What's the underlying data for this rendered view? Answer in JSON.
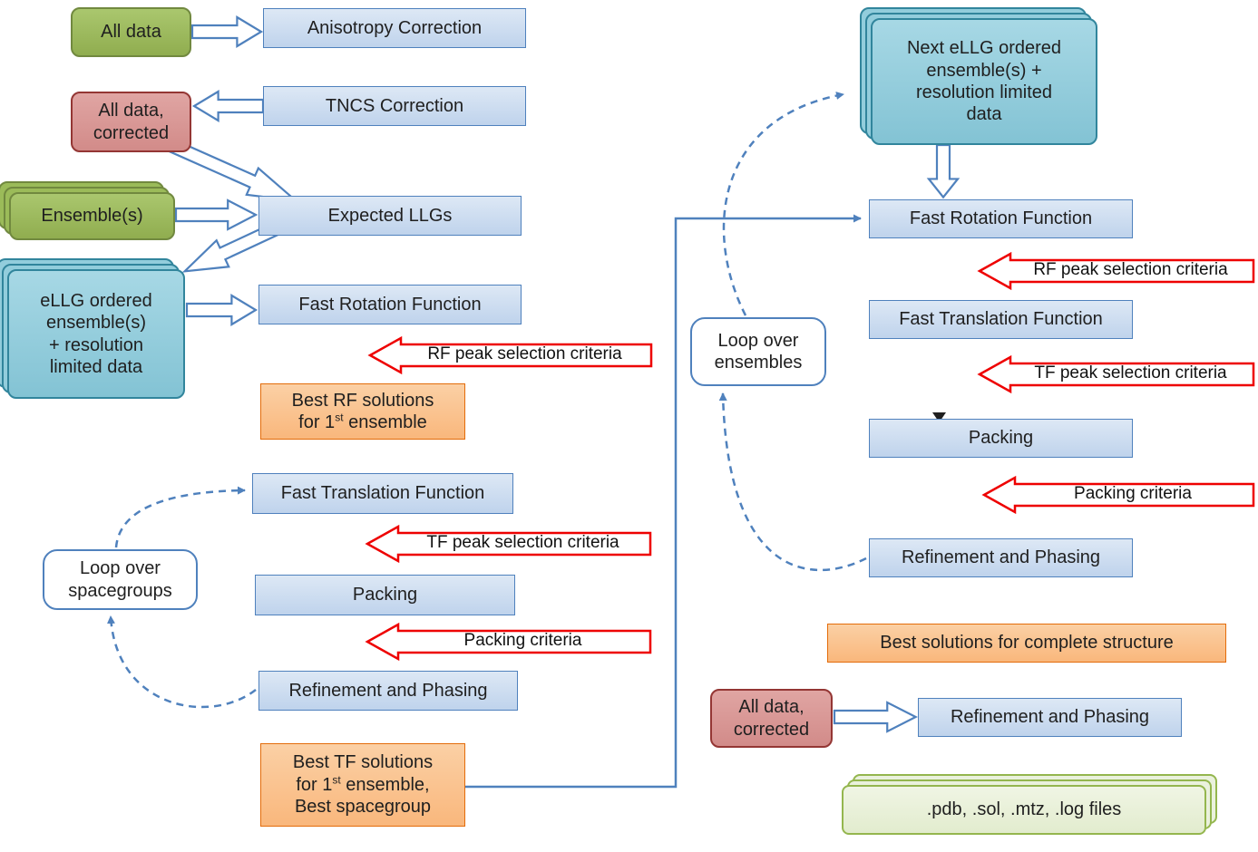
{
  "colors": {
    "blue_fill": "#c5d9f1",
    "blue_border": "#4f81bd",
    "green_fill": "#9bbb59",
    "green_border": "#71893f",
    "pink_fill": "#d99694",
    "pink_border": "#943634",
    "teal_fill": "#92cddc",
    "teal_border": "#31859c",
    "orange_fill": "#fac090",
    "orange_border": "#e36c0a",
    "files_fill": "#eaf1dd",
    "files_border": "#94b64e",
    "red_arrow_border": "#ee0000",
    "connector_blue": "#4f81bd"
  },
  "nodes": {
    "all_data": "All data",
    "anisotropy_correction": "Anisotropy Correction",
    "tncs_correction": "TNCS Correction",
    "all_data_corrected": "All data,\ncorrected",
    "ensembles": "Ensemble(s)",
    "expected_llgs": "Expected LLGs",
    "ellg_ordered": "eLLG ordered\nensemble(s)\n+ resolution\nlimited data",
    "fast_rotation_1": "Fast Rotation Function",
    "rf_criteria_1": "RF peak selection criteria",
    "best_rf": {
      "line1": "Best RF solutions",
      "line2_pre": "for 1",
      "sup": "st",
      "line2_post": " ensemble"
    },
    "fast_translation_1": "Fast Translation Function",
    "tf_criteria_1": "TF peak selection criteria",
    "packing_1": "Packing",
    "packing_criteria_1": "Packing criteria",
    "refinement_1": "Refinement and Phasing",
    "best_tf": {
      "line1": "Best TF solutions",
      "line2_pre": "for 1",
      "sup": "st",
      "line2_post": " ensemble,",
      "line3": "Best spacegroup"
    },
    "loop_spacegroups": "Loop over\nspacegroups",
    "next_ellg": "Next eLLG ordered\nensemble(s) +\nresolution limited\ndata",
    "fast_rotation_2": "Fast Rotation Function",
    "rf_criteria_2": "RF peak selection criteria",
    "fast_translation_2": "Fast Translation Function",
    "tf_criteria_2": "TF peak selection criteria",
    "packing_2": "Packing",
    "packing_criteria_2": "Packing criteria",
    "refinement_2": "Refinement and Phasing",
    "loop_ensembles": "Loop over\nensembles",
    "best_solutions": "Best solutions for complete structure",
    "all_data_corrected_2": "All data,\ncorrected",
    "refinement_3": "Refinement and Phasing",
    "output_files": ".pdb, .sol, .mtz, .log files"
  }
}
